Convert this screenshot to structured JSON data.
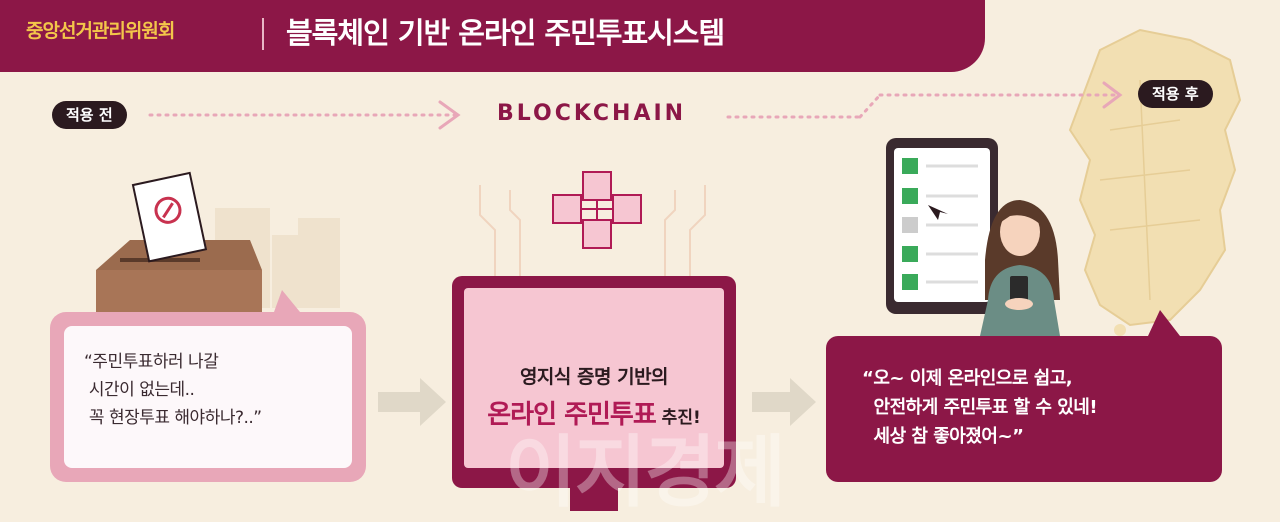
{
  "header": {
    "org_name": "중앙선거관리위원회",
    "title": "블록체인 기반 온라인 주민투표시스템"
  },
  "flow": {
    "before_label": "적용 전",
    "middle_label": "BLOCKCHAIN",
    "after_label": "적용 후"
  },
  "before": {
    "quote": "“주민투표하러 나갈\n 시간이 없는데..\n 꼭 현장투표 해야하나?..”"
  },
  "center": {
    "line1": "영지식 증명 기반의",
    "line2_highlight": "온라인 주민투표",
    "line2_tail": " 추진!"
  },
  "after": {
    "quote": "“오~ 이제 온라인으로 쉽고,\n  안전하게 주민투표 할 수 있네!\n  세상 참 좋아졌어~”"
  },
  "watermark": "이지경제",
  "colors": {
    "primary": "#8c1747",
    "accent": "#f3c64a",
    "background": "#f7eedf",
    "pink": "#e8a7b8"
  },
  "icons": [
    "ballot-box-icon",
    "ballot-paper-icon",
    "blockchain-cubes-icon",
    "lock-icon",
    "smartphone-checklist-icon",
    "korea-map-icon",
    "arrow-right-icon",
    "woman-with-phone-icon"
  ]
}
